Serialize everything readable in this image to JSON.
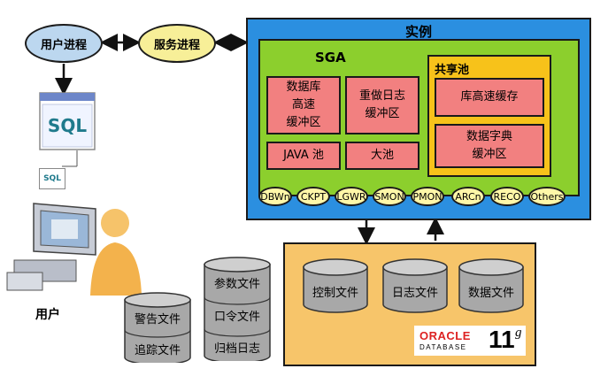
{
  "user_process": "用户进程",
  "server_process": "服务进程",
  "instance": {
    "title": "实例",
    "sga": {
      "title": "SGA",
      "buffer_cache": [
        "数据库",
        "高速",
        "缓冲区"
      ],
      "redo_buffer": [
        "重做日志",
        "缓冲区"
      ],
      "java_pool": "JAVA 池",
      "large_pool": "大池",
      "shared_pool": {
        "title": "共享池",
        "library_cache": "库高速缓存",
        "dictionary_cache": [
          "数据字典",
          "缓冲区"
        ]
      }
    },
    "background_processes": [
      "DBWn",
      "CKPT",
      "LGWR",
      "SMON",
      "PMON",
      "ARCn",
      "RECO",
      "Others"
    ]
  },
  "database": {
    "files": [
      "控制文件",
      "日志文件",
      "数据文件"
    ],
    "logo": {
      "brand": "ORACLE",
      "subtitle": "DATABASE",
      "version": "11",
      "suffix": "g"
    }
  },
  "other_files": [
    "参数文件",
    "口令文件",
    "归档日志",
    "警告文件",
    "追踪文件"
  ],
  "client": {
    "sql_window_text": "SQL",
    "sql_small_text": "SQL",
    "user_label": "用户"
  },
  "colors": {
    "instance": "#2b8fe0",
    "sga": "#8ccf2d",
    "shared_pool": "#f7c21a",
    "memory_area": "#f28080",
    "background_process": "#fff7a8",
    "database": "#f7c56a",
    "user_process": "#bcd7ef",
    "server_process": "#f7ef98",
    "file_cylinder": "#a8a8a8"
  }
}
